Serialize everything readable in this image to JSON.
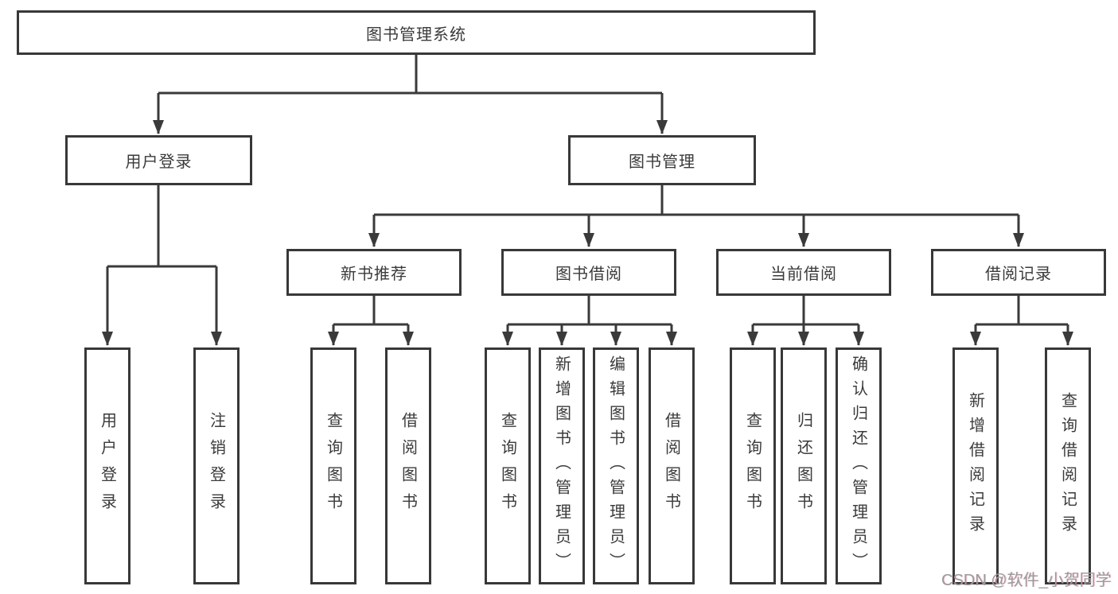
{
  "tree": {
    "root": "图书管理系统",
    "user_login": {
      "label": "用户登录",
      "children": [
        "用户登录",
        "注销登录"
      ]
    },
    "book_mgmt": {
      "label": "图书管理",
      "sections": [
        {
          "label": "新书推荐",
          "children": [
            "查询图书",
            "借阅图书"
          ]
        },
        {
          "label": "图书借阅",
          "children": [
            "查询图书",
            "新增图书（管理员）",
            "编辑图书（管理员）",
            "借阅图书"
          ]
        },
        {
          "label": "当前借阅",
          "children": [
            "查询图书",
            "归还图书",
            "确认归还（管理员）"
          ]
        },
        {
          "label": "借阅记录",
          "children": [
            "新增借阅记录",
            "查询借阅记录"
          ]
        }
      ]
    }
  },
  "watermark": {
    "text": "CSDN @软件_小贺同学"
  },
  "colors": {
    "line": "#3a3a3a",
    "box_border": "#383838",
    "text": "#3b3b3b",
    "watermark": "#9b9b9b"
  }
}
